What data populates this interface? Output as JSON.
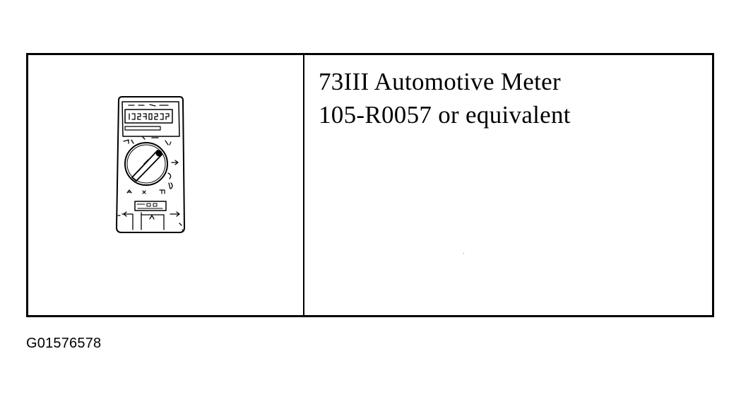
{
  "tool": {
    "name_line": "73III Automotive Meter",
    "part_line": "105-R0057 or equivalent",
    "illustration_icon": "digital-multimeter-icon"
  },
  "figure_id": "G01576578"
}
